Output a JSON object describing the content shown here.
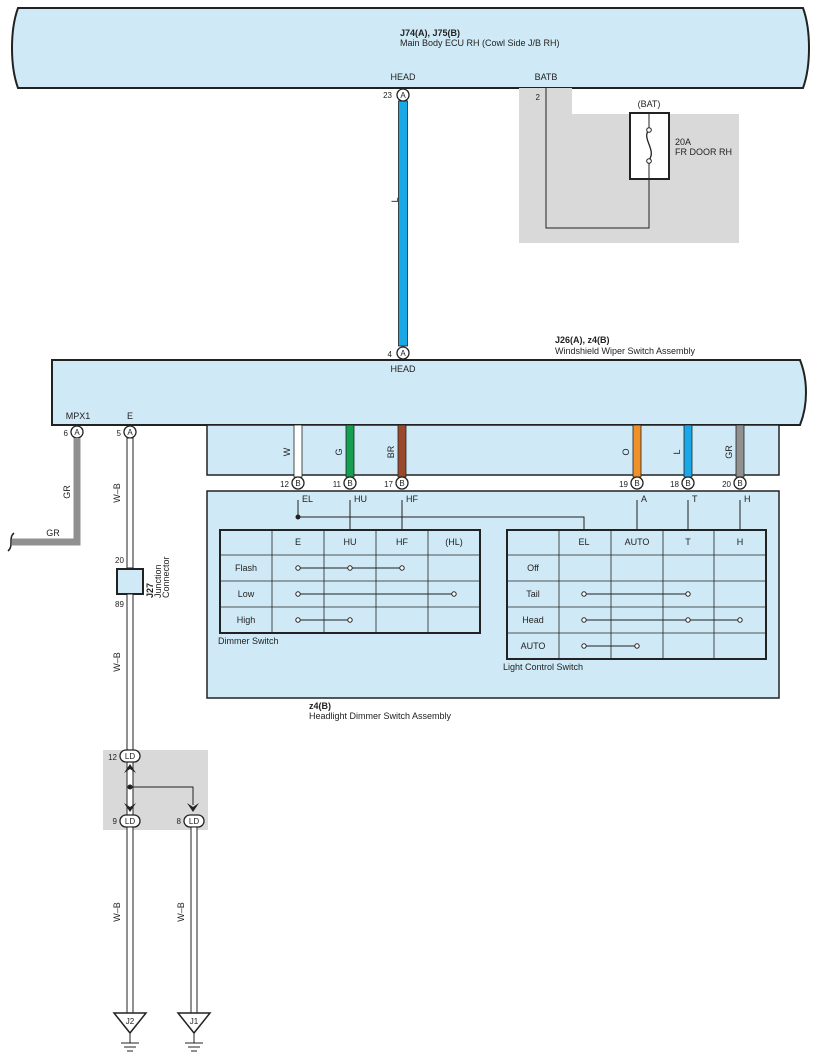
{
  "ecu": {
    "code": "J74(A), J75(B)",
    "name": "Main Body ECU RH (Cowl Side J/B RH)",
    "head_label": "HEAD",
    "head_pin": "23",
    "head_conn": "A",
    "batb_label": "BATB",
    "batb_pin": "2"
  },
  "fuse": {
    "label": "(BAT)",
    "rating": "20A",
    "name": "FR DOOR RH"
  },
  "wiper_switch": {
    "code": "J26(A), z4(B)",
    "name": "Windshield Wiper Switch Assembly",
    "head_label": "HEAD",
    "head_pin": "4",
    "head_conn": "A",
    "mpx1_label": "MPX1",
    "mpx1_pin": "6",
    "mpx1_conn": "A",
    "e_label": "E",
    "e_pin": "5",
    "e_conn": "A"
  },
  "wire_labels": {
    "l_main": "L",
    "gr_vert": "GR",
    "gr_horiz": "GR",
    "wb_1": "W–B",
    "wb_2": "W–B",
    "wb_3": "W–B",
    "wb_4": "W–B"
  },
  "connector_b": {
    "conn": "B",
    "pins": [
      {
        "pin": "12",
        "color": "W",
        "func": "EL",
        "hex": "#ffffff"
      },
      {
        "pin": "11",
        "color": "G",
        "func": "HU",
        "hex": "#14a050"
      },
      {
        "pin": "17",
        "color": "BR",
        "func": "HF",
        "hex": "#9a4a2a"
      },
      {
        "pin": "19",
        "color": "O",
        "func": "A",
        "hex": "#f0902a"
      },
      {
        "pin": "18",
        "color": "L",
        "func": "T",
        "hex": "#1aa8e6"
      },
      {
        "pin": "20",
        "color": "GR",
        "func": "H",
        "hex": "#909090"
      }
    ]
  },
  "junction": {
    "code": "J27",
    "name_line1": "Junction",
    "name_line2": "Connector",
    "pin_top": "20",
    "pin_bottom": "89"
  },
  "dimmer_switch": {
    "label": "Dimmer Switch",
    "headers": [
      "E",
      "HU",
      "HF",
      "(HL)"
    ],
    "rows": [
      "Flash",
      "Low",
      "High"
    ]
  },
  "light_control_switch": {
    "label": "Light Control Switch",
    "headers": [
      "EL",
      "AUTO",
      "T",
      "H"
    ],
    "rows": [
      "Off",
      "Tail",
      "Head",
      "AUTO"
    ]
  },
  "dimmer_assembly": {
    "code": "z4(B)",
    "name": "Headlight Dimmer Switch Assembly"
  },
  "ld_junction": {
    "conn": "LD",
    "pin_top": "12",
    "pin_left": "9",
    "pin_right": "8"
  },
  "grounds": {
    "g1": "J2",
    "g2": "J1"
  },
  "colors": {
    "panel": "#cfeaf6",
    "shade": "#d9d9d9",
    "wire_l": "#1aa8e6",
    "wire_gr": "#909090"
  }
}
